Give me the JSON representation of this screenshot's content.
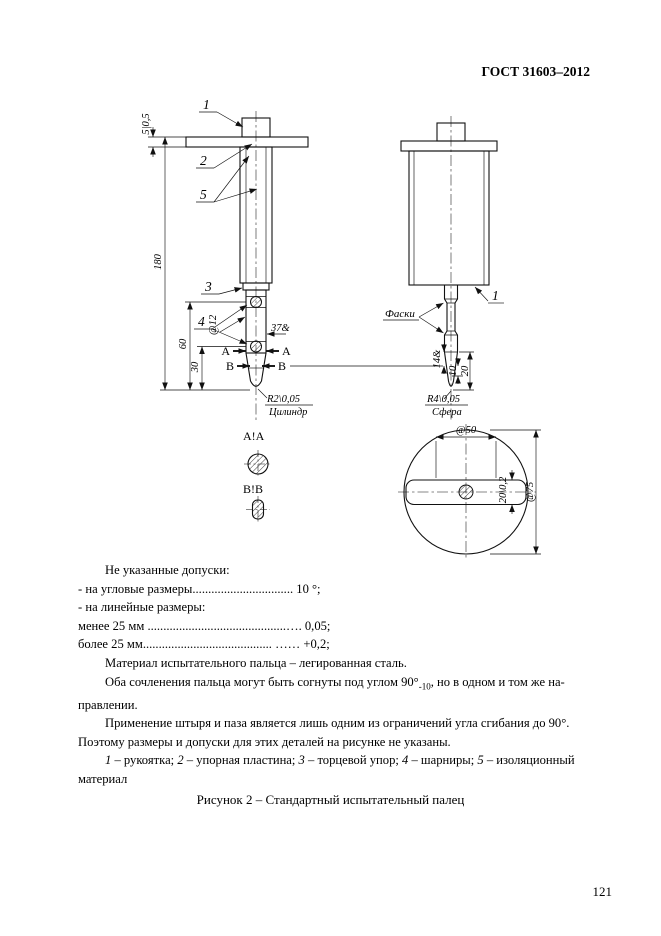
{
  "page": {
    "header": "ГОСТ 31603–2012",
    "caption": "Рисунок 2 – Стандартный испытательный палец",
    "page_number": "121"
  },
  "drawing": {
    "callouts": {
      "handle": "1",
      "plate": "2",
      "stop": "3",
      "hinges": "4",
      "insulation": "5",
      "handle_side": "1"
    },
    "dims": {
      "plate_thickness": "5|0,5",
      "total_length": "180",
      "joint_length": "60",
      "tip_length": "30",
      "finger_dia": "@12",
      "dim37": "37&",
      "dim145": "14&",
      "dim10": "10",
      "dim20": "20",
      "slot_dia": "@50",
      "slot_width": "20\\0,2",
      "guard_dia": "@75"
    },
    "labels": {
      "chamfers": "Фаски",
      "r2": "R2\\0,05",
      "cylinder": "Цилиндр",
      "r4": "R4\\0,05",
      "sphere": "Сфера",
      "section_a": "A!A",
      "section_b": "B!B",
      "mark_a": "A",
      "mark_b": "B"
    }
  },
  "notes": {
    "tolerances_title": "Не указанные допуски:",
    "angular": "- на угловые размеры................................ 10 °;",
    "linear_title": "- на линейные размеры:",
    "less25": "менее 25 мм ............................................…. 0,05;",
    "more25": "более 25 мм......................................... …… +0,2;",
    "material": "Материал испытательного пальца – легированная сталь.",
    "bend_pre": "Оба сочленения пальца могут быть согнуты под углом 90°",
    "bend_sub": "-10",
    "bend_post": ", но в одном и том же на-",
    "bend_cont": "правлении.",
    "pin_line1": "Применение штыря и паза является лишь одним из ограничений угла сгибания до 90°.",
    "pin_line2": "Поэтому размеры и допуски для этих деталей на рисунке не указаны.",
    "legend": [
      {
        "num": "1",
        "text": " – рукоятка; "
      },
      {
        "num": "2",
        "text": " – упорная пластина; "
      },
      {
        "num": "3",
        "text": " – торцевой упор; "
      },
      {
        "num": "4",
        "text": " – шарниры; "
      },
      {
        "num": "5",
        "text": " – изоляционный материал"
      }
    ]
  }
}
